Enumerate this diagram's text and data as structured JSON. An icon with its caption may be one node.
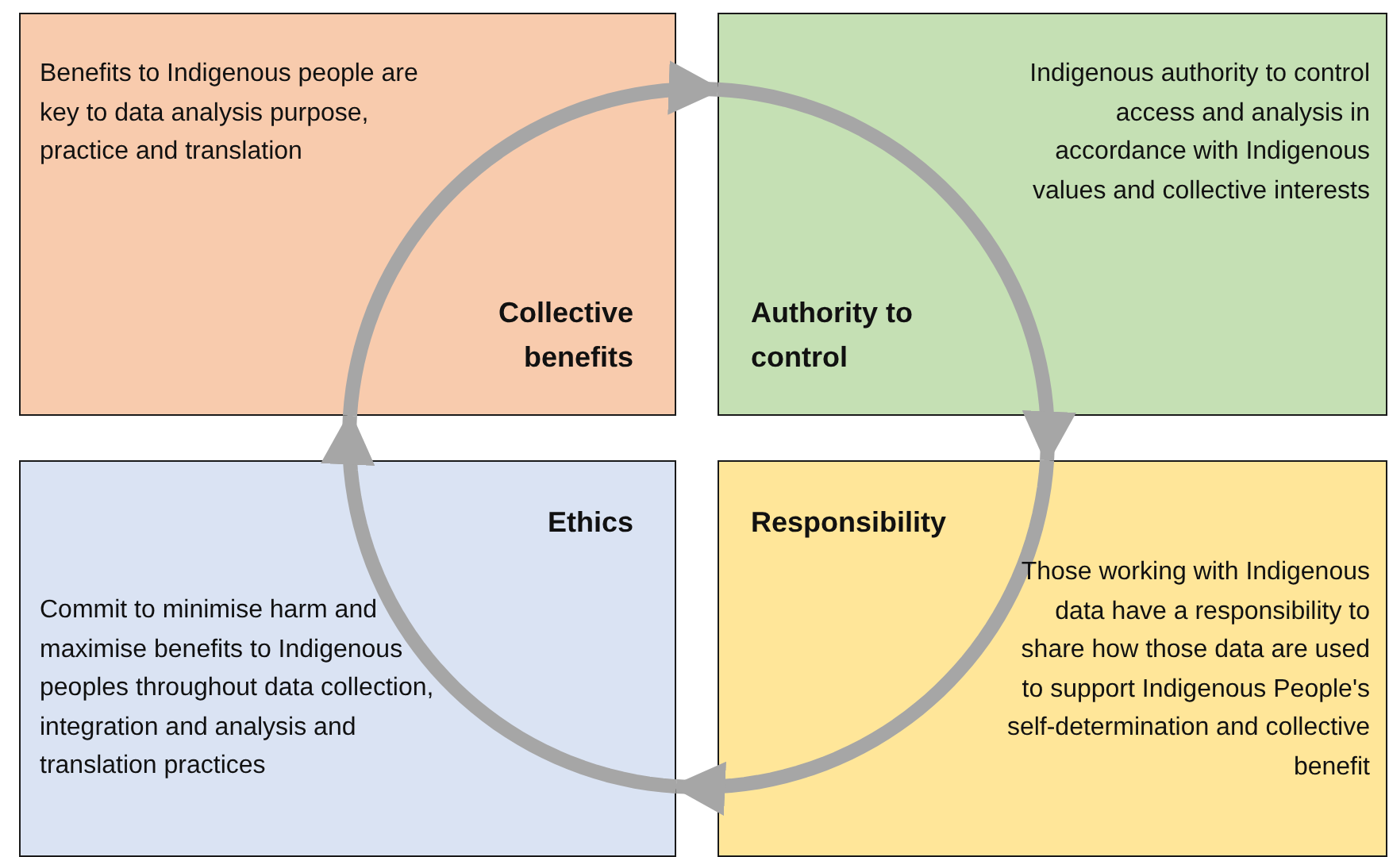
{
  "diagram": {
    "nodes": [
      {
        "text": [
          "Benefits to Indigenous people are key to data analysis purpose, practice and translation",
          "Collective benefits"
        ]
      },
      {
        "text": [
          "Indigenous authority to control access and analysis in accordance with Indigenous values and collective interests",
          "Authority to control"
        ]
      },
      {
        "text": [
          "Ethics",
          "Commit to minimise harm and maximise benefits to Indigenous peoples throughout data collection, integration and analysis and translation practices"
        ]
      },
      {
        "text": [
          "Responsibility",
          "Those working with Indigenous data have a responsibility to share how those data are used to support Indigenous People's self-determination and collective benefit"
        ]
      }
    ],
    "edges": [
      {
        "from": 0,
        "to": 1,
        "arrow": "to"
      },
      {
        "from": 1,
        "to": 3,
        "arrow": "to"
      },
      {
        "from": 3,
        "to": 2,
        "arrow": "to"
      },
      {
        "from": 2,
        "to": 0,
        "arrow": "to"
      }
    ]
  }
}
